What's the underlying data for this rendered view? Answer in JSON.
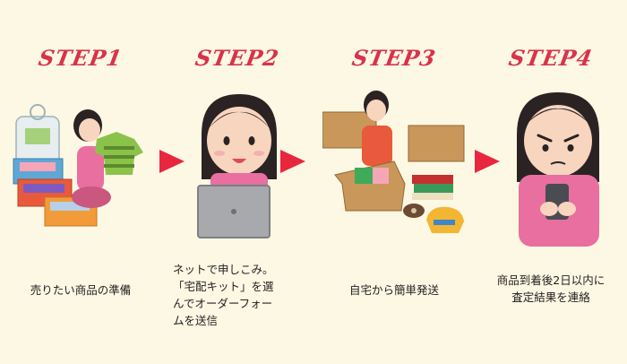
{
  "colors": {
    "background": "#fdf8e4",
    "accent": "#d8334a",
    "arrow": "#e8263d"
  },
  "steps": [
    {
      "title": "STEP1",
      "caption": "売りたい商品の準備"
    },
    {
      "title": "STEP2",
      "caption": "ネットで申しこみ。\n「宅配キット」を選\nんでオーダーフォー\nムを送信"
    },
    {
      "title": "STEP3",
      "caption": "自宅から簡単発送"
    },
    {
      "title": "STEP4",
      "caption": "商品到着後2日以内に\n査定結果を連絡"
    }
  ]
}
